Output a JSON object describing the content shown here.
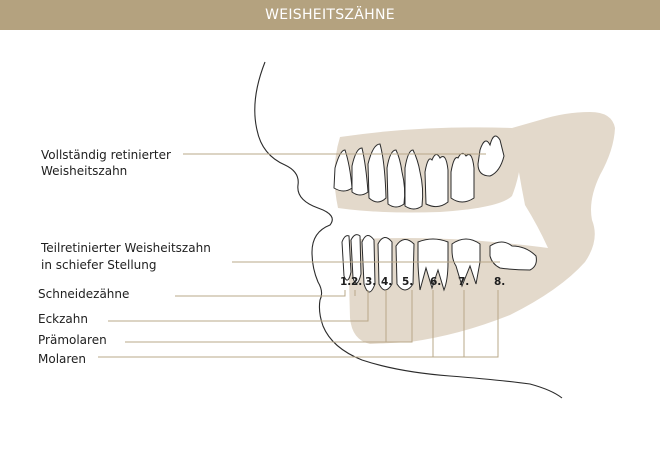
{
  "header": {
    "title": "WEISHEITSZÄHNE"
  },
  "labels": {
    "upper_wisdom_line1": "Vollständig retinierter",
    "upper_wisdom_line2": "Weisheitszahn",
    "lower_wisdom_line1": "Teilretinierter Weisheitszahn",
    "lower_wisdom_line2": "in schiefer Stellung",
    "incisors": "Schneidezähne",
    "canine": "Eckzahn",
    "premolars": "Prämolaren",
    "molars": "Molaren"
  },
  "tooth_numbers": [
    "1.",
    "2.",
    "3.",
    "4.",
    "5.",
    "6.",
    "7.",
    "8."
  ],
  "colors": {
    "header_bg": "#b4a27f",
    "bone": "#e3d9cb",
    "leader": "#b9a888"
  }
}
